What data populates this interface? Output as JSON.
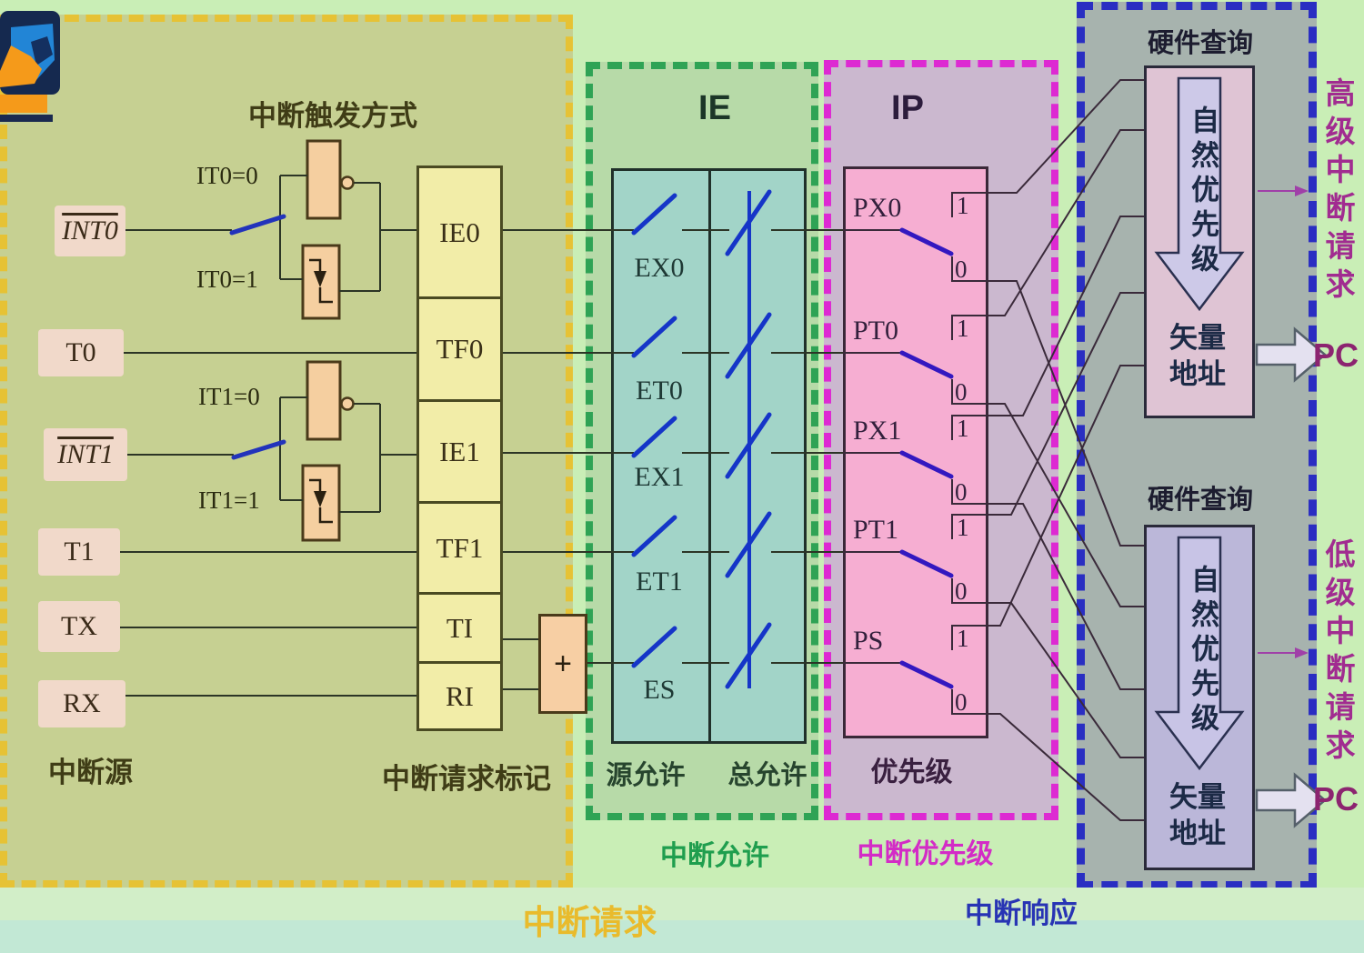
{
  "page": {
    "bottom_caption_request": "中断请求",
    "bottom_caption_response": "中断响应"
  },
  "request_region": {
    "trigger_title": "中断触发方式",
    "source_label": "中断源",
    "flags_label": "中断请求标记",
    "adder_label": "+",
    "trigger_modes": [
      {
        "label": "IT0=0"
      },
      {
        "label": "IT0=1"
      },
      {
        "label": "IT1=0"
      },
      {
        "label": "IT1=1"
      }
    ],
    "sources": [
      {
        "label": "INT0",
        "overline": true
      },
      {
        "label": "T0",
        "overline": false
      },
      {
        "label": "INT1",
        "overline": true
      },
      {
        "label": "T1",
        "overline": false
      },
      {
        "label": "TX",
        "overline": false
      },
      {
        "label": "RX",
        "overline": false
      }
    ],
    "flags": [
      {
        "label": "IE0"
      },
      {
        "label": "TF0"
      },
      {
        "label": "IE1"
      },
      {
        "label": "TF1"
      },
      {
        "label": "TI"
      },
      {
        "label": "RI"
      }
    ]
  },
  "ie_region": {
    "title": "IE",
    "switches": [
      {
        "label": "EX0"
      },
      {
        "label": "ET0"
      },
      {
        "label": "EX1"
      },
      {
        "label": "ET1"
      },
      {
        "label": "ES"
      }
    ],
    "source_enable_label": "源允许",
    "global_enable_label": "总允许",
    "caption": "中断允许"
  },
  "ip_region": {
    "title": "IP",
    "switches": [
      {
        "label": "PX0",
        "high": "1",
        "low": "0"
      },
      {
        "label": "PT0",
        "high": "1",
        "low": "0"
      },
      {
        "label": "PX1",
        "high": "1",
        "low": "0"
      },
      {
        "label": "PT1",
        "high": "1",
        "low": "0"
      },
      {
        "label": "PS",
        "high": "1",
        "low": "0"
      }
    ],
    "priority_label": "优先级",
    "caption": "中断优先级"
  },
  "response_region": {
    "high": {
      "query_title": "硬件查询",
      "natural_priority": "自然优先级",
      "vector_address": "矢量地址",
      "request_label": "高级中断请求",
      "pc_label": "PC"
    },
    "low": {
      "query_title": "硬件查询",
      "natural_priority": "自然优先级",
      "vector_address": "矢量地址",
      "request_label": "低级中断请求",
      "pc_label": "PC"
    }
  },
  "colors": {
    "request_border": "#e6c235",
    "ie_border": "#2fa355",
    "ip_border": "#dd2ad2",
    "response_border": "#2a2ec2",
    "switch_blade": "#1535c8",
    "flag_cell": "#f2eda8",
    "ie_matrix": "#a2d4c8",
    "ip_matrix": "#f6aed2",
    "high_query_box": "#dfc4d4",
    "low_query_box": "#bbb7d9",
    "caption_request": "#e9bb2c",
    "caption_enable": "#1f9e4e",
    "caption_priority": "#d32cc6",
    "caption_response": "#2834b4",
    "request_label_text": "#a12c90"
  }
}
